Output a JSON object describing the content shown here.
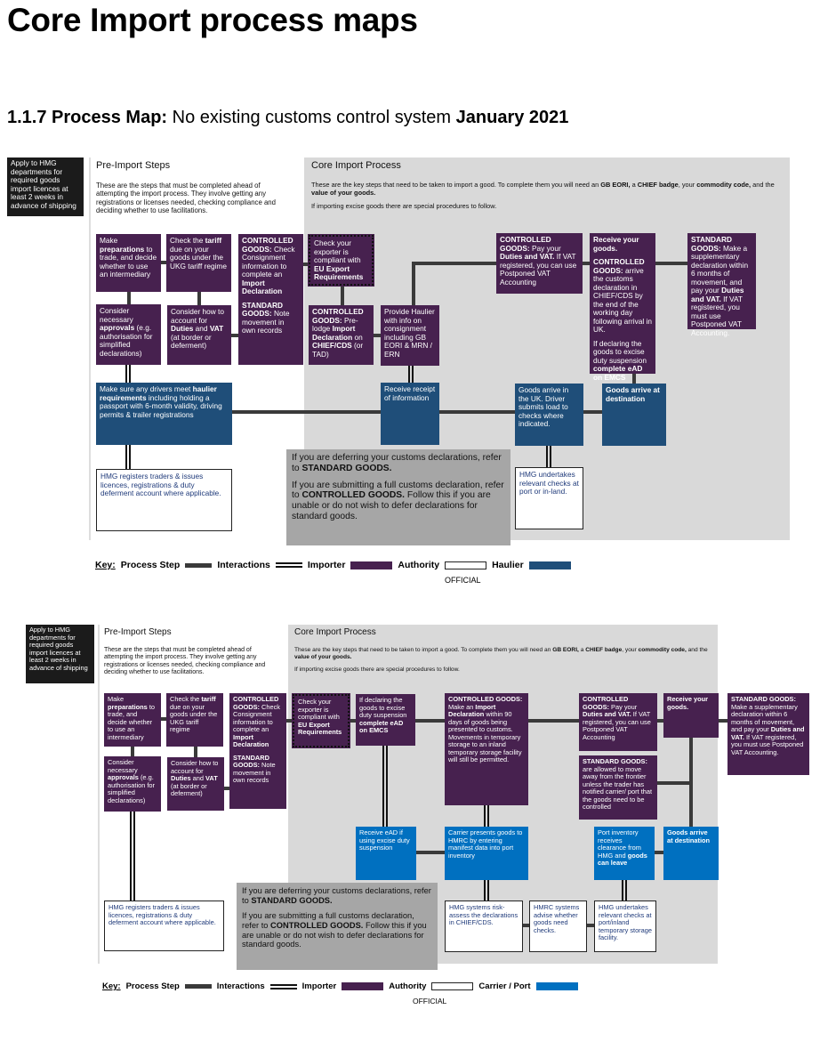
{
  "title": "Core Import process maps",
  "subtitle": [
    {
      "t": "1.1.7 Process Map:",
      "b": 1
    },
    {
      "t": " No existing customs control system "
    },
    {
      "t": "January 2021",
      "b": 1
    }
  ],
  "colors": {
    "importer": "#47214f",
    "authority": "#ffffff",
    "haulier": "#1f4e79",
    "carrier_port": "#0070c0",
    "note": "#a6a6a6",
    "core_panel": "#d9d9d9"
  },
  "map1": {
    "apply_note": "Apply to HMG departments for required goods import licences at least 2 weeks in advance of shipping",
    "pre_heading": "Pre-Import Steps",
    "pre_desc": {
      "paras": [
        [
          {
            "t": "These are the steps that must be completed ahead of attempting the import process. They involve getting any registrations or licenses needed, checking compliance and deciding whether to use facilitations."
          }
        ]
      ]
    },
    "core_heading": "Core Import Process",
    "core_desc": {
      "paras": [
        [
          {
            "t": "These are the key steps that need to be taken to import a good. To complete them you will need an "
          },
          {
            "t": "GB EORI,",
            "b": 1
          },
          {
            "t": " a "
          },
          {
            "t": "CHIEF badge",
            "b": 1
          },
          {
            "t": ", your "
          },
          {
            "t": "commodity code,",
            "b": 1
          },
          {
            "t": " and the "
          },
          {
            "t": "value of your goods.",
            "b": 1
          }
        ],
        [
          {
            "t": "If importing excise goods there are special procedures to follow."
          }
        ]
      ]
    },
    "boxes": {
      "prep": {
        "paras": [
          [
            {
              "t": "Make "
            },
            {
              "t": "preparations",
              "b": 1
            },
            {
              "t": " to trade, and decide whether to use an intermediary"
            }
          ]
        ]
      },
      "tariff": {
        "paras": [
          [
            {
              "t": "Check the "
            },
            {
              "t": "tariff",
              "b": 1
            },
            {
              "t": " due on your goods under the UKG tariff regime"
            }
          ]
        ]
      },
      "consignment": {
        "paras": [
          [
            {
              "t": "CONTROLLED GOODS:",
              "b": 1
            },
            {
              "t": " Check Consignment information to complete an "
            },
            {
              "t": "Import Declaration",
              "b": 1
            }
          ],
          [
            {
              "t": "STANDARD GOODS:",
              "b": 1
            },
            {
              "t": " Note movement in own records"
            }
          ]
        ]
      },
      "approvals": {
        "paras": [
          [
            {
              "t": "Consider necessary "
            },
            {
              "t": "approvals",
              "b": 1
            },
            {
              "t": " (e.g. authorisation for simplified declarations)"
            }
          ]
        ]
      },
      "duties": {
        "paras": [
          [
            {
              "t": "Consider how to account for "
            },
            {
              "t": "Duties",
              "b": 1
            },
            {
              "t": " and "
            },
            {
              "t": "VAT",
              "b": 1
            },
            {
              "t": " (at border or deferment)"
            }
          ]
        ]
      },
      "exporter": {
        "paras": [
          [
            {
              "t": "Check your exporter is compliant with "
            },
            {
              "t": "EU Export Requirements",
              "b": 1
            }
          ]
        ]
      },
      "prelodge": {
        "paras": [
          [
            {
              "t": "CONTROLLED GOODS:",
              "b": 1
            },
            {
              "t": " Pre-lodge "
            },
            {
              "t": "Import Declaration",
              "b": 1
            },
            {
              "t": " on "
            },
            {
              "t": "CHIEF/CDS",
              "b": 1
            },
            {
              "t": " (or TAD)"
            }
          ]
        ]
      },
      "provide": {
        "paras": [
          [
            {
              "t": "Provide Haulier with info on consignment including GB EORI & MRN / ERN"
            }
          ]
        ]
      },
      "pay": {
        "paras": [
          [
            {
              "t": "CONTROLLED GOODS:",
              "b": 1
            },
            {
              "t": " Pay your "
            },
            {
              "t": "Duties and VAT.",
              "b": 1
            },
            {
              "t": " If VAT registered, you can use Postponed VAT Accounting"
            }
          ]
        ]
      },
      "receive": {
        "paras": [
          [
            {
              "t": "Receive your goods.",
              "b": 1
            }
          ],
          [
            {
              "t": "CONTROLLED GOODS:",
              "b": 1
            },
            {
              "t": " arrive the customs declaration in CHIEF/CDS by the end of the working day following arrival in UK."
            }
          ],
          [
            {
              "t": "If declaring the goods to excise duty suspension "
            },
            {
              "t": "complete eAD on EMCS",
              "b": 1
            }
          ]
        ]
      },
      "supplementary": {
        "paras": [
          [
            {
              "t": "STANDARD GOODS:",
              "b": 1
            },
            {
              "t": " Make a supplementary declaration within 6 months of movement, and pay your "
            },
            {
              "t": "Duties and VAT.",
              "b": 1
            },
            {
              "t": " If VAT registered, you must use Postponed VAT Accounting."
            }
          ]
        ]
      },
      "haulier_req": {
        "paras": [
          [
            {
              "t": "Make sure any drivers meet "
            },
            {
              "t": "haulier requirements",
              "b": 1
            },
            {
              "t": " including holding a passport with 6-month validity, driving permits & trailer registrations"
            }
          ]
        ]
      },
      "receipt": {
        "paras": [
          [
            {
              "t": "Receive receipt of information"
            }
          ]
        ]
      },
      "arrive_uk": {
        "paras": [
          [
            {
              "t": "Goods arrive in the UK. Driver submits load to checks where indicated."
            }
          ]
        ]
      },
      "arrive_dest": {
        "paras": [
          [
            {
              "t": "Goods arrive at destination",
              "b": 1
            }
          ]
        ]
      },
      "hmg_registers": {
        "paras": [
          [
            {
              "t": "HMG registers traders & issues licences, registrations & duty deferment account where applicable."
            }
          ]
        ]
      },
      "hmg_checks": {
        "paras": [
          [
            {
              "t": "HMG undertakes relevant checks at port or in-land."
            }
          ]
        ]
      }
    },
    "note": {
      "paras": [
        [
          {
            "t": "If you are deferring your customs declarations, refer to "
          },
          {
            "t": "STANDARD GOODS.",
            "b": 1
          }
        ],
        [
          {
            "t": "If you are submitting a full customs declaration, refer to "
          },
          {
            "t": "CONTROLLED GOODS.",
            "b": 1
          },
          {
            "t": " Follow this if you are unable or do not wish to defer declarations for standard goods."
          }
        ]
      ]
    },
    "key": {
      "label": "Key:",
      "process_step": "Process Step",
      "interactions": "Interactions",
      "importer": "Importer",
      "authority": "Authority",
      "third": "Haulier"
    },
    "official": "OFFICIAL"
  },
  "map2": {
    "apply_note": "Apply to HMG departments for required goods import licences at least 2 weeks in advance of shipping",
    "pre_heading": "Pre-Import Steps",
    "pre_desc": {
      "paras": [
        [
          {
            "t": "These are the steps that must be completed ahead of attempting the import process. They involve getting any registrations or licenses needed, checking compliance and deciding whether to use facilitations."
          }
        ]
      ]
    },
    "core_heading": "Core Import Process",
    "core_desc": {
      "paras": [
        [
          {
            "t": "These are the key steps that need to be taken to import a good. To complete them you will need an "
          },
          {
            "t": "GB EORI,",
            "b": 1
          },
          {
            "t": " a "
          },
          {
            "t": "CHIEF badge",
            "b": 1
          },
          {
            "t": ", your "
          },
          {
            "t": "commodity code,",
            "b": 1
          },
          {
            "t": " and the "
          },
          {
            "t": "value of your goods.",
            "b": 1
          }
        ],
        [
          {
            "t": "If importing excise goods there are special procedures to follow."
          }
        ]
      ]
    },
    "boxes": {
      "prep": {
        "paras": [
          [
            {
              "t": "Make "
            },
            {
              "t": "preparations",
              "b": 1
            },
            {
              "t": " to trade, and decide whether to use an intermediary"
            }
          ]
        ]
      },
      "tariff": {
        "paras": [
          [
            {
              "t": "Check the "
            },
            {
              "t": "tariff",
              "b": 1
            },
            {
              "t": " due on your goods under the UKG tariff regime"
            }
          ]
        ]
      },
      "consignment": {
        "paras": [
          [
            {
              "t": "CONTROLLED GOODS:",
              "b": 1
            },
            {
              "t": " Check Consignment information to complete an "
            },
            {
              "t": "Import Declaration",
              "b": 1
            }
          ],
          [
            {
              "t": "STANDARD GOODS:",
              "b": 1
            },
            {
              "t": " Note movement in own records"
            }
          ]
        ]
      },
      "approvals": {
        "paras": [
          [
            {
              "t": "Consider necessary "
            },
            {
              "t": "approvals",
              "b": 1
            },
            {
              "t": " (e.g. authorisation for simplified declarations)"
            }
          ]
        ]
      },
      "duties": {
        "paras": [
          [
            {
              "t": "Consider how to account for "
            },
            {
              "t": "Duties",
              "b": 1
            },
            {
              "t": " and "
            },
            {
              "t": "VAT",
              "b": 1
            },
            {
              "t": " (at border or deferment)"
            }
          ]
        ]
      },
      "exporter": {
        "paras": [
          [
            {
              "t": "Check your exporter is compliant with "
            },
            {
              "t": "EU Export Requirements",
              "b": 1
            }
          ]
        ]
      },
      "ead": {
        "paras": [
          [
            {
              "t": "If declaring the goods to excise duty suspension "
            },
            {
              "t": "complete eAD on EMCS",
              "b": 1
            }
          ]
        ]
      },
      "make_decl": {
        "paras": [
          [
            {
              "t": "CONTROLLED GOODS:",
              "b": 1
            },
            {
              "t": " Make an "
            },
            {
              "t": "Import Declaration",
              "b": 1
            },
            {
              "t": " within 90 days of goods being presented to customs. Movements in temporary storage to an inland temporary storage facility will still be permitted."
            }
          ]
        ]
      },
      "pay": {
        "paras": [
          [
            {
              "t": "CONTROLLED GOODS:",
              "b": 1
            },
            {
              "t": " Pay your "
            },
            {
              "t": "Duties and VAT.",
              "b": 1
            },
            {
              "t": " If VAT registered, you can use Postponed VAT Accounting"
            }
          ]
        ]
      },
      "standard_move": {
        "paras": [
          [
            {
              "t": "STANDARD GOODS:",
              "b": 1
            },
            {
              "t": " are allowed to move away from the frontier unless the trader has notified carrier/ port that the goods need to be controlled"
            }
          ]
        ]
      },
      "receive": {
        "paras": [
          [
            {
              "t": "Receive your goods.",
              "b": 1
            }
          ]
        ]
      },
      "supplementary": {
        "paras": [
          [
            {
              "t": "STANDARD GOODS:",
              "b": 1
            },
            {
              "t": " Make a supplementary declaration within 6 months of movement, and pay your "
            },
            {
              "t": "Duties and VAT.",
              "b": 1
            },
            {
              "t": " If VAT registered, you must use Postponed VAT Accounting."
            }
          ]
        ]
      },
      "receive_ead": {
        "paras": [
          [
            {
              "t": "Receive eAD if using excise duty suspension"
            }
          ]
        ]
      },
      "carrier": {
        "paras": [
          [
            {
              "t": "Carrier presents goods to HMRC by entering manifest data into port inventory"
            }
          ]
        ]
      },
      "port_inv": {
        "paras": [
          [
            {
              "t": "Port inventory receives clearance from HMG and "
            },
            {
              "t": "goods can leave",
              "b": 1
            }
          ]
        ]
      },
      "arrive_dest": {
        "paras": [
          [
            {
              "t": "Goods arrive at destination",
              "b": 1
            }
          ]
        ]
      },
      "hmg_registers": {
        "paras": [
          [
            {
              "t": "HMG registers traders & issues licences, registrations & duty deferment account where applicable."
            }
          ]
        ]
      },
      "hmg_risk": {
        "paras": [
          [
            {
              "t": "HMG systems risk-assess the declarations in CHIEF/CDS."
            }
          ]
        ]
      },
      "hmrc_advise": {
        "paras": [
          [
            {
              "t": "HMRC systems advise whether goods need checks."
            }
          ]
        ]
      },
      "hmg_checks": {
        "paras": [
          [
            {
              "t": "HMG undertakes relevant checks at port/inland temporary storage facility."
            }
          ]
        ]
      }
    },
    "note": {
      "paras": [
        [
          {
            "t": "If you are deferring your customs declarations, refer to "
          },
          {
            "t": "STANDARD GOODS.",
            "b": 1
          }
        ],
        [
          {
            "t": "If you are submitting a full customs declaration, refer to "
          },
          {
            "t": "CONTROLLED GOODS.",
            "b": 1
          },
          {
            "t": " Follow this if you are unable or do not wish to defer declarations for standard goods."
          }
        ]
      ]
    },
    "key": {
      "label": "Key:",
      "process_step": "Process Step",
      "interactions": "Interactions",
      "importer": "Importer",
      "authority": "Authority",
      "third": "Carrier / Port"
    },
    "official": "OFFICIAL"
  }
}
